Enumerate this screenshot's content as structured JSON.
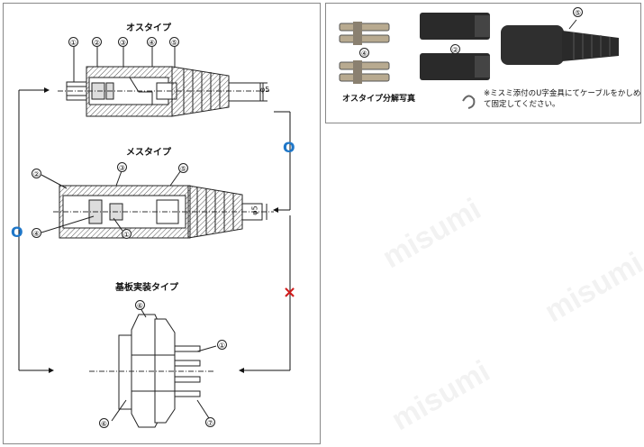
{
  "diagram": {
    "male_type_title": "オスタイプ",
    "female_type_title": "メスタイプ",
    "board_type_title": "基板実装タイプ",
    "diameter_label_male": "φ5",
    "diameter_label_female": "φ5",
    "compat_ok_1": "O",
    "compat_ok_2": "O",
    "compat_ng": "×",
    "part_numbers": [
      "①",
      "②",
      "③",
      "④",
      "⑤",
      "⑥",
      "⑦"
    ]
  },
  "photo": {
    "caption": "オスタイプ分解写真",
    "note": "※ミスミ添付のU字金具にてケーブルをかしめて固定してください。",
    "labels": [
      "④",
      "②",
      "⑤"
    ]
  },
  "watermark": "misumi",
  "colors": {
    "ok": "#1f77c8",
    "ng": "#d11c1c",
    "part_fill": "#d9d9d9",
    "part_stroke": "#222222"
  }
}
